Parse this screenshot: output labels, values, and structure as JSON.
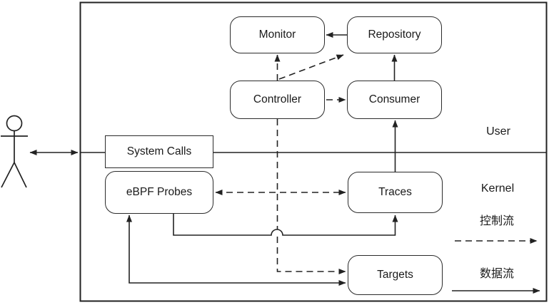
{
  "diagram": {
    "nodes": {
      "monitor": {
        "label": "Monitor"
      },
      "repository": {
        "label": "Repository"
      },
      "controller": {
        "label": "Controller"
      },
      "consumer": {
        "label": "Consumer"
      },
      "system_calls": {
        "label": "System Calls"
      },
      "ebpf_probes": {
        "label": "eBPF Probes"
      },
      "traces": {
        "label": "Traces"
      },
      "targets": {
        "label": "Targets"
      }
    },
    "zones": {
      "user": "User",
      "kernel": "Kernel"
    },
    "legend": {
      "control_flow": {
        "label": "控制流",
        "style": "dashed-arrow"
      },
      "data_flow": {
        "label": "数据流",
        "style": "solid-arrow"
      }
    },
    "actor": {
      "icon": "person-stick-figure-icon",
      "link": "bidirectional-arrow-to-system-boundary"
    },
    "edges": [
      {
        "from": "repository",
        "to": "monitor",
        "style": "solid"
      },
      {
        "from": "consumer",
        "to": "repository",
        "style": "solid"
      },
      {
        "from": "traces",
        "to": "consumer",
        "style": "solid"
      },
      {
        "from": "controller",
        "to": "monitor",
        "style": "dashed"
      },
      {
        "from": "controller",
        "to": "repository",
        "style": "dashed"
      },
      {
        "from": "controller",
        "to": "consumer",
        "style": "dashed"
      },
      {
        "from": "controller",
        "to": "targets",
        "style": "dashed"
      },
      {
        "from": "ebpf_probes",
        "to": "traces",
        "style": "dashed",
        "bidirectional": true
      },
      {
        "from": "ebpf_probes",
        "to": "traces",
        "style": "solid",
        "note": "routed below with line hop"
      },
      {
        "from": "corner-junction",
        "to": "ebpf_probes",
        "style": "solid"
      },
      {
        "from": "corner-junction",
        "to": "targets",
        "style": "solid"
      },
      {
        "from": "actor",
        "to": "system-boundary",
        "style": "solid",
        "bidirectional": true
      }
    ],
    "colors": {
      "line": "#222222",
      "background": "#ffffff",
      "node_fill": "#ffffff",
      "text": "#1a1a1a"
    }
  }
}
